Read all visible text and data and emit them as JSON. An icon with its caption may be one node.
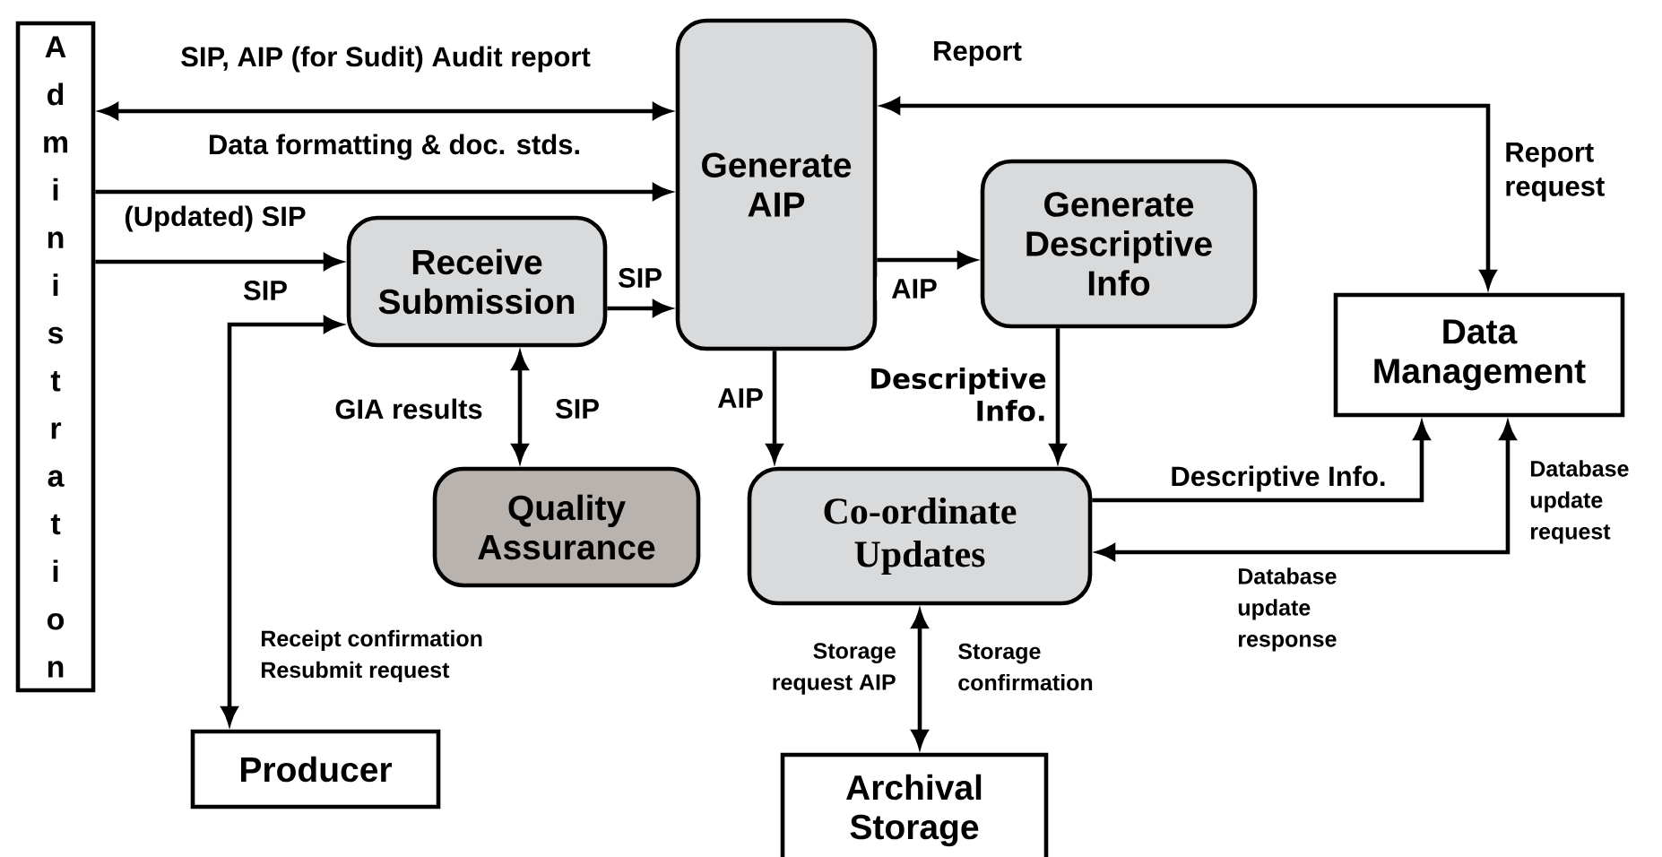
{
  "diagram": {
    "nodes": [
      {
        "text": [
          "Administration"
        ]
      },
      {
        "text": [
          "Generate AIP"
        ]
      },
      {
        "text": [
          "Receive Submission"
        ]
      },
      {
        "text": [
          "Generate Descriptive Info"
        ]
      },
      {
        "text": [
          "Data Management"
        ]
      },
      {
        "text": [
          "Quality Assurance"
        ]
      },
      {
        "text": [
          "Co-ordinate Updates"
        ]
      },
      {
        "text": [
          "Producer"
        ]
      },
      {
        "text": [
          "Archival Storage"
        ]
      }
    ],
    "edges": [
      {
        "from": 0,
        "to": 1,
        "arrow": "both",
        "label": "SIP, AIP (for Sudit) Audit report"
      },
      {
        "from": 0,
        "to": 1,
        "arrow": "to",
        "label": "Data formatting & doc. stds."
      },
      {
        "from": 0,
        "to": 2,
        "arrow": "to",
        "label": "(Updated) SIP"
      },
      {
        "from": 7,
        "to": 2,
        "arrow": "both",
        "label": "SIP"
      },
      {
        "from": 2,
        "to": 1,
        "arrow": "to",
        "label": "SIP"
      },
      {
        "from": 2,
        "to": 5,
        "arrow": "both",
        "label": "SIP"
      },
      {
        "from": 1,
        "to": 3,
        "arrow": "to",
        "label": "AIP"
      },
      {
        "from": 1,
        "to": 6,
        "arrow": "to",
        "label": "AIP"
      },
      {
        "from": 3,
        "to": 6,
        "arrow": "to",
        "label": "Descriptive Info."
      },
      {
        "from": 6,
        "to": 4,
        "arrow": "to",
        "label": "Descriptive Info."
      },
      {
        "from": 4,
        "to": 6,
        "arrow": "both",
        "label": "Database update response"
      },
      {
        "from": 4,
        "to": 1,
        "arrow": "both",
        "label": "Report"
      },
      {
        "from": 6,
        "to": 8,
        "arrow": "both",
        "label": "Storage request AIP"
      }
    ],
    "labels": [
      "Receipt confirmation Resubmit request",
      "GIA results",
      "Report request",
      "Database update request",
      "Storage confirmation"
    ]
  }
}
